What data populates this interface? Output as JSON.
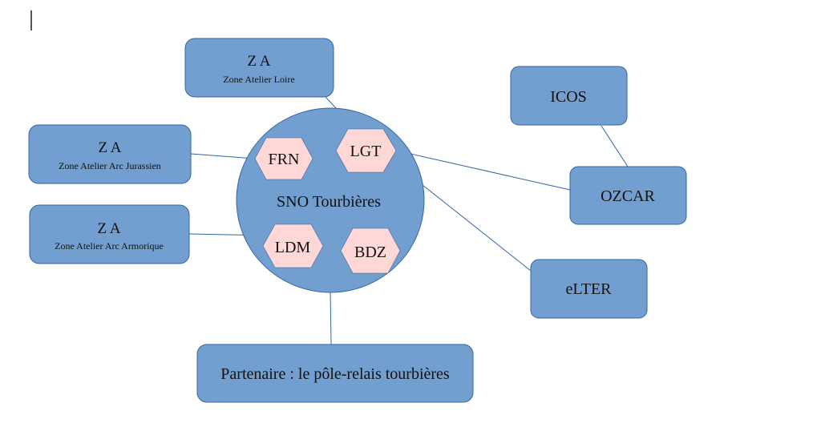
{
  "diagram": {
    "title": "SNO Tourbières network diagram",
    "colors": {
      "box_fill": "#729fcf",
      "box_stroke": "#3465a4",
      "hex_fill": "#ffd7d7",
      "line": "#3465a4",
      "text": "#111111"
    },
    "center": {
      "label": "SNO Tourbières",
      "sites": [
        {
          "id": "frn",
          "label": "FRN"
        },
        {
          "id": "lgt",
          "label": "LGT"
        },
        {
          "id": "ldm",
          "label": "LDM"
        },
        {
          "id": "bdz",
          "label": "BDZ"
        }
      ]
    },
    "zone_ateliers": [
      {
        "id": "loire",
        "title": "Z A",
        "subtitle": "Zone Atelier Loire"
      },
      {
        "id": "jura",
        "title": "Z A",
        "subtitle": "Zone Atelier Arc Jurassien"
      },
      {
        "id": "armor",
        "title": "Z A",
        "subtitle": "Zone Atelier Arc Armorique"
      }
    ],
    "networks": [
      {
        "id": "icos",
        "label": "ICOS"
      },
      {
        "id": "ozcar",
        "label": "OZCAR"
      },
      {
        "id": "elter",
        "label": "eLTER"
      }
    ],
    "partner": {
      "label": "Partenaire : le pôle-relais tourbières"
    }
  }
}
